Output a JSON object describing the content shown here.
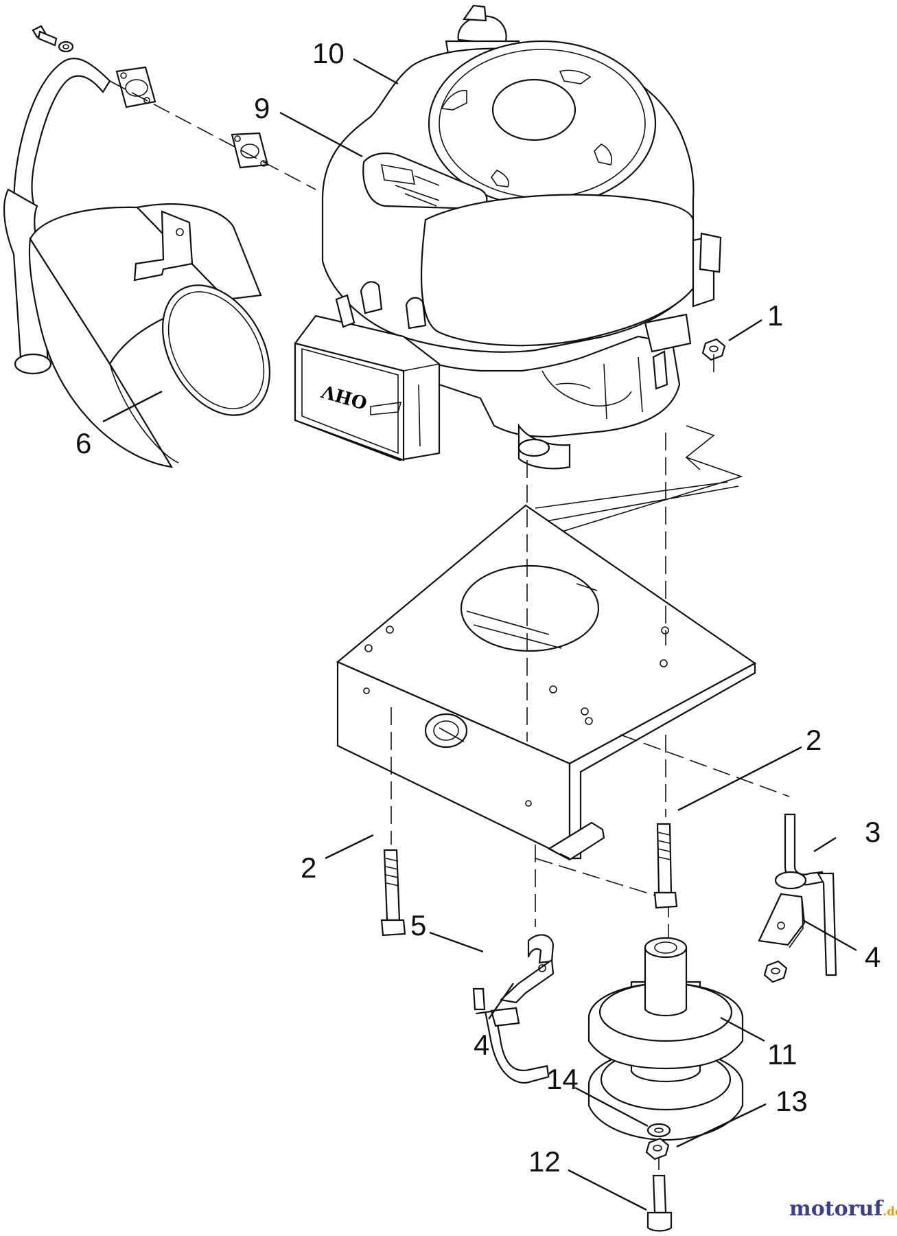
{
  "callouts": [
    {
      "id": "1",
      "label": "1"
    },
    {
      "id": "2a",
      "label": "2"
    },
    {
      "id": "2b",
      "label": "2"
    },
    {
      "id": "3",
      "label": "3"
    },
    {
      "id": "4a",
      "label": "4"
    },
    {
      "id": "4b",
      "label": "4"
    },
    {
      "id": "5",
      "label": "5"
    },
    {
      "id": "6",
      "label": "6"
    },
    {
      "id": "9",
      "label": "9"
    },
    {
      "id": "10",
      "label": "10"
    },
    {
      "id": "11",
      "label": "11"
    },
    {
      "id": "12",
      "label": "12"
    },
    {
      "id": "13",
      "label": "13"
    },
    {
      "id": "14",
      "label": "14"
    }
  ],
  "engine_badge": "OHV",
  "watermark": {
    "main": "motoruf",
    "suffix": ".de",
    "color_main": "#3b3f8c",
    "color_accent": "#e0a000"
  }
}
